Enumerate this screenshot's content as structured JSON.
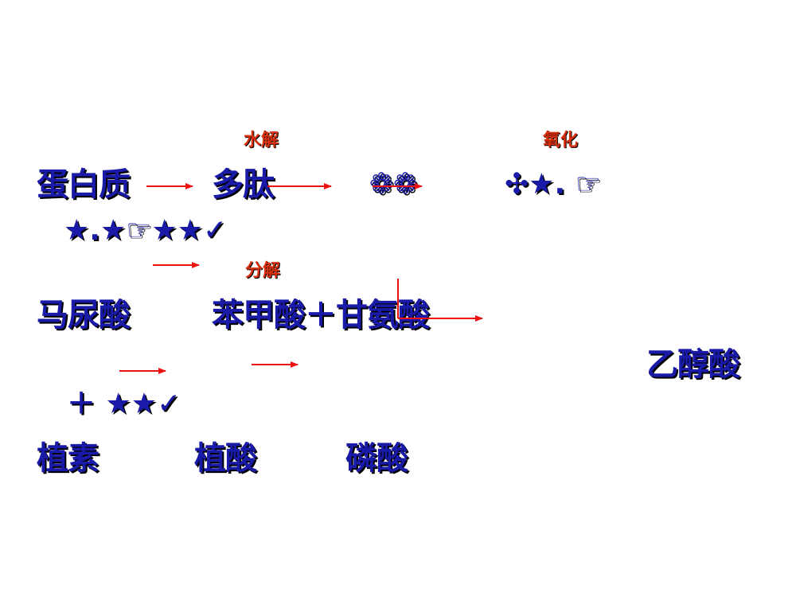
{
  "colors": {
    "main_text": "#1a1aa8",
    "shadow": "#000000",
    "label_text": "#d8300c",
    "arrow": "#ee1111"
  },
  "labels": {
    "hydrolysis": "水解",
    "oxidation": "氧化",
    "decomposition": "分解"
  },
  "row1": {
    "protein": "蛋白质",
    "polypeptide": "多肽",
    "garbled_a": "❁❁",
    "garbled_b": "✣★. ☞"
  },
  "row1b": {
    "garbled_c": "★.★☞★★✓"
  },
  "row2": {
    "hippuric_acid": "马尿酸",
    "benzoic_glycine": "苯甲酸＋甘氨酸"
  },
  "row3": {
    "glycolic_acid": "乙醇酸"
  },
  "row3b": {
    "plus_garbled": "＋ ★★✓"
  },
  "row4": {
    "phytin": "植素",
    "phytic_acid": "植酸",
    "phosphoric_acid": "磷酸"
  }
}
